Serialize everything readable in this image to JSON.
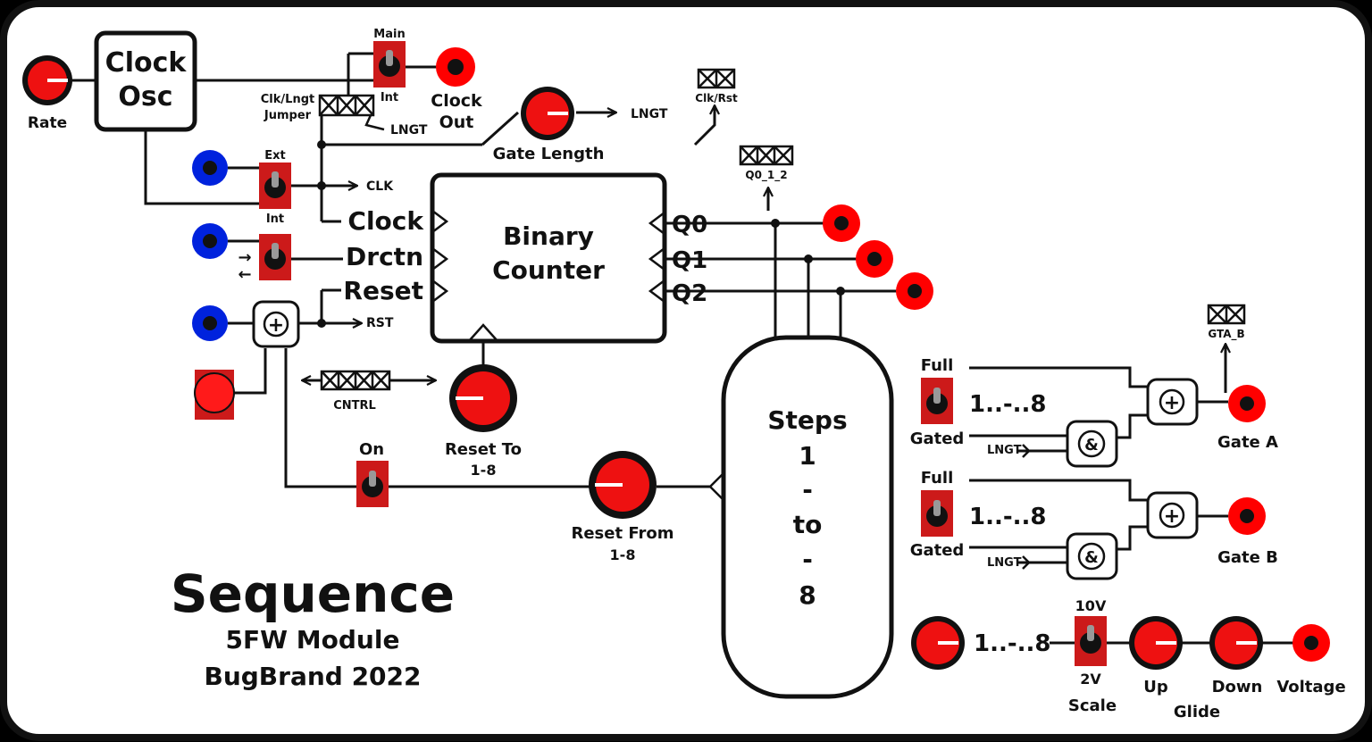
{
  "module": {
    "title": "Sequence",
    "subtitle": "5FW Module",
    "maker": "BugBrand 2022"
  },
  "colors": {
    "jack_red": "#ff0000",
    "jack_blue": "#0022dd",
    "switch_plate": "#cc1a1a",
    "outline": "#111111"
  },
  "clock": {
    "osc_line1": "Clock",
    "osc_line2": "Osc",
    "rate": "Rate",
    "main": "Main",
    "int_top": "Int",
    "clock_out_1": "Clock",
    "clock_out_2": "Out",
    "jumper_1": "Clk/Lngt",
    "jumper_2": "Jumper",
    "lngt_small": "LNGT",
    "ext": "Ext",
    "int_low": "Int",
    "clk": "CLK",
    "gate_length": "Gate Length",
    "lngt_out": "LNGT",
    "clk_rst": "Clk/Rst"
  },
  "counter": {
    "title_1": "Binary",
    "title_2": "Counter",
    "in_clock": "Clock",
    "in_drctn": "Drctn",
    "in_reset": "Reset",
    "q0": "Q0",
    "q1": "Q1",
    "q2": "Q2",
    "q012": "Q0_1_2",
    "rst": "RST",
    "cntrl": "CNTRL",
    "reset_to_1": "Reset To",
    "reset_to_2": "1-8",
    "on": "On",
    "reset_from_1": "Reset From",
    "reset_from_2": "1-8",
    "dir_right": "→",
    "dir_left": "←",
    "plus": "+"
  },
  "steps": {
    "title": "Steps",
    "line1": "1",
    "dash1": "-",
    "to": "to",
    "dash2": "-",
    "line2": "8"
  },
  "gates": {
    "gta_b": "GTA_B",
    "a": {
      "full": "Full",
      "gated": "Gated",
      "range": "1..-..8",
      "lngt": "LNGT",
      "plus": "+",
      "and": "&",
      "out": "Gate A"
    },
    "b": {
      "full": "Full",
      "gated": "Gated",
      "range": "1..-..8",
      "lngt": "LNGT",
      "plus": "+",
      "and": "&",
      "out": "Gate B"
    }
  },
  "voltage": {
    "range": "1..-..8",
    "v10": "10V",
    "v2": "2V",
    "scale": "Scale",
    "up": "Up",
    "down": "Down",
    "glide": "Glide",
    "out": "Voltage"
  }
}
